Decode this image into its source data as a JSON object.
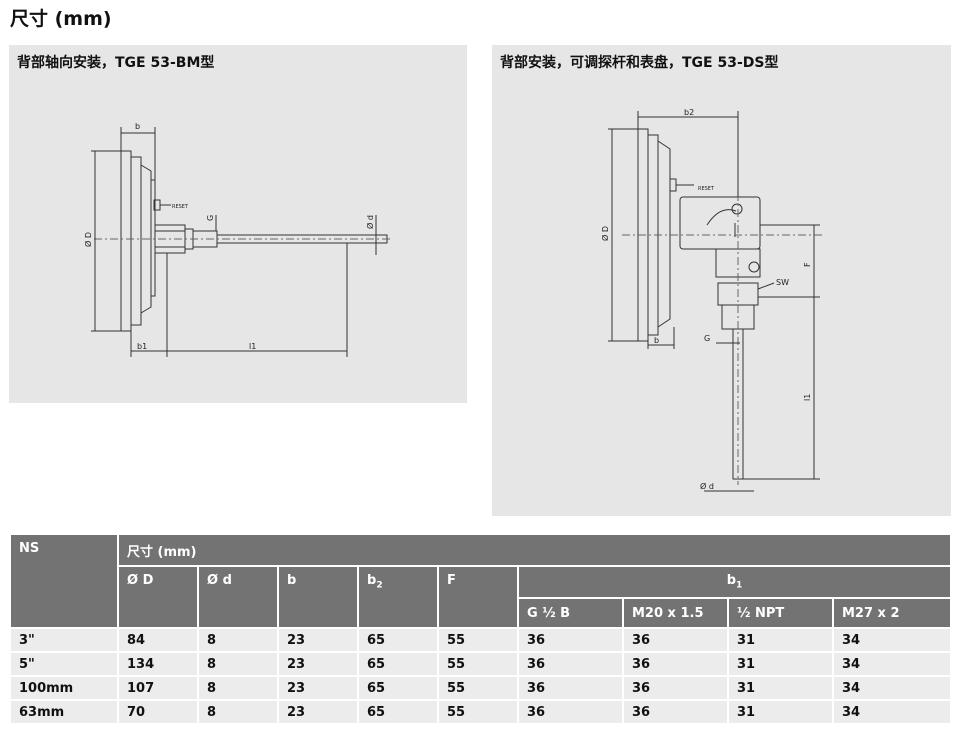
{
  "page_title": "尺寸 (mm)",
  "panel_left": {
    "title": "背部轴向安装，TGE 53-BM型",
    "labels": {
      "b": "b",
      "reset": "RESET",
      "g": "G",
      "d": "Ø d",
      "D": "Ø D",
      "b1": "b1",
      "l1": "l1"
    }
  },
  "panel_right": {
    "title": "背部安装，可调探杆和表盘，TGE 53-DS型",
    "labels": {
      "b2": "b2",
      "reset": "RESET",
      "D": "Ø D",
      "F": "F",
      "sw": "SW",
      "b": "b",
      "g": "G",
      "l1": "l1",
      "d": "Ø d"
    }
  },
  "table": {
    "ns_header": "NS",
    "dims_header": "尺寸 (mm)",
    "col_D": "Ø D",
    "col_d": "Ø d",
    "col_b": "b",
    "col_b2_main": "b",
    "col_b2_sub": "2",
    "col_F": "F",
    "col_b1_main": "b",
    "col_b1_sub": "1",
    "sub_g": "G ½ B",
    "sub_m20": "M20 x 1.5",
    "sub_npt": "½ NPT",
    "sub_m27": "M27 x 2",
    "rows": [
      {
        "ns": "3\"",
        "D": "84",
        "d": "8",
        "b": "23",
        "b2": "65",
        "F": "55",
        "g": "36",
        "m20": "36",
        "npt": "31",
        "m27": "34"
      },
      {
        "ns": "5\"",
        "D": "134",
        "d": "8",
        "b": "23",
        "b2": "65",
        "F": "55",
        "g": "36",
        "m20": "36",
        "npt": "31",
        "m27": "34"
      },
      {
        "ns": "100mm",
        "D": "107",
        "d": "8",
        "b": "23",
        "b2": "65",
        "F": "55",
        "g": "36",
        "m20": "36",
        "npt": "31",
        "m27": "34"
      },
      {
        "ns": "63mm",
        "D": "70",
        "d": "8",
        "b": "23",
        "b2": "65",
        "F": "55",
        "g": "36",
        "m20": "36",
        "npt": "31",
        "m27": "34"
      }
    ]
  }
}
